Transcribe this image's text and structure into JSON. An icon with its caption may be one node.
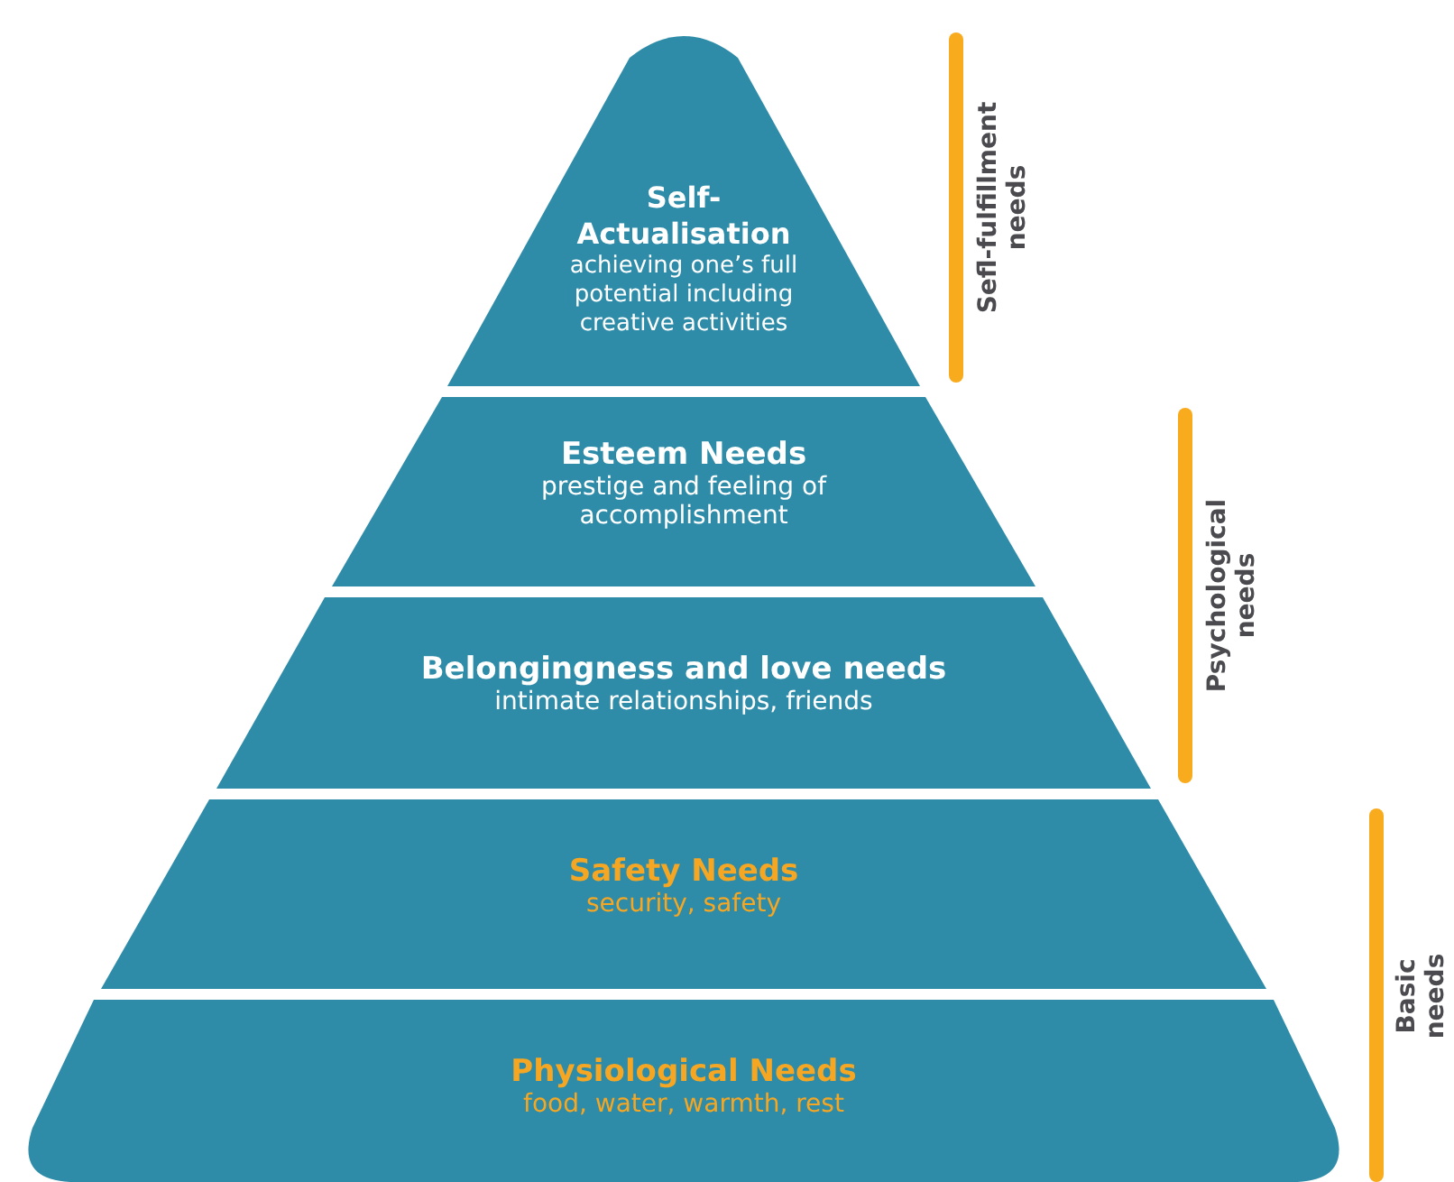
{
  "diagram": {
    "nodes": [
      {
        "text": [
          "Self-Actualisation",
          "achieving one’s  full potential including creative activities"
        ]
      },
      {
        "text": [
          "Esteem Needs",
          "prestige and feeling of accomplishment"
        ]
      },
      {
        "text": [
          "Belongingness and love needs",
          "intimate relationships, friends"
        ]
      },
      {
        "text": [
          "Safety Needs",
          "security, safety"
        ]
      },
      {
        "text": [
          "Physiological Needs",
          "food, water, warmth, rest"
        ]
      }
    ],
    "labels": [
      "Sefl-fulfillment needs",
      "Psychological needs",
      "Basic needs"
    ]
  }
}
